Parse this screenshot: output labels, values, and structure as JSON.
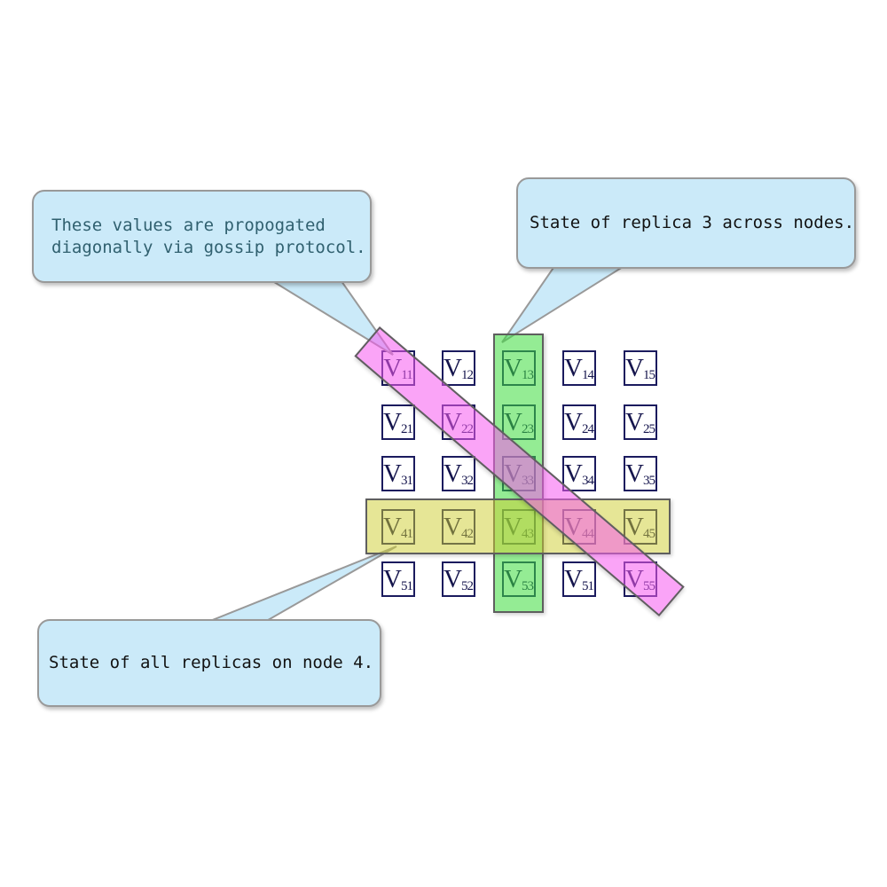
{
  "figure": {
    "background": "#ffffff"
  },
  "grid": {
    "rows": 5,
    "cols": 5,
    "cell_label": "V",
    "cell_border_color": "#1b1b5e",
    "cell_text_color": "#15154d",
    "cells": [
      {
        "row": 1,
        "col": 1,
        "sub": "11"
      },
      {
        "row": 1,
        "col": 2,
        "sub": "12"
      },
      {
        "row": 1,
        "col": 3,
        "sub": "13"
      },
      {
        "row": 1,
        "col": 4,
        "sub": "14"
      },
      {
        "row": 1,
        "col": 5,
        "sub": "15"
      },
      {
        "row": 2,
        "col": 1,
        "sub": "21"
      },
      {
        "row": 2,
        "col": 2,
        "sub": "22"
      },
      {
        "row": 2,
        "col": 3,
        "sub": "23"
      },
      {
        "row": 2,
        "col": 4,
        "sub": "24"
      },
      {
        "row": 2,
        "col": 5,
        "sub": "25"
      },
      {
        "row": 3,
        "col": 1,
        "sub": "31"
      },
      {
        "row": 3,
        "col": 2,
        "sub": "32"
      },
      {
        "row": 3,
        "col": 3,
        "sub": "33"
      },
      {
        "row": 3,
        "col": 4,
        "sub": "34"
      },
      {
        "row": 3,
        "col": 5,
        "sub": "35"
      },
      {
        "row": 4,
        "col": 1,
        "sub": "41"
      },
      {
        "row": 4,
        "col": 2,
        "sub": "42"
      },
      {
        "row": 4,
        "col": 3,
        "sub": "43"
      },
      {
        "row": 4,
        "col": 4,
        "sub": "44"
      },
      {
        "row": 4,
        "col": 5,
        "sub": "45"
      },
      {
        "row": 5,
        "col": 1,
        "sub": "51"
      },
      {
        "row": 5,
        "col": 2,
        "sub": "52"
      },
      {
        "row": 5,
        "col": 3,
        "sub": "53"
      },
      {
        "row": 5,
        "col": 4,
        "sub": "51"
      },
      {
        "row": 5,
        "col": 5,
        "sub": "55"
      }
    ]
  },
  "highlights": {
    "column": {
      "fill": "rgba(60,220,60,0.55)",
      "border": "#5f5f5f"
    },
    "row": {
      "fill": "rgba(205,205,45,0.5)",
      "border": "#5f5f5f"
    },
    "diagonal": {
      "fill": "rgba(245,90,240,0.55)",
      "border": "#5f5f5f"
    }
  },
  "tails": {
    "fill": "#CBEAF9",
    "border": "#999999"
  },
  "callouts": [
    {
      "name": "gossip-note",
      "lines": [
        "These values are propogated",
        "diagonally via gossip protocol."
      ],
      "text_color": "#30606F",
      "fill": "#CBEAF9",
      "border_color": "#999999"
    },
    {
      "name": "replica3-note",
      "lines": [
        "State of replica 3 across nodes."
      ],
      "text_color": "#121212",
      "fill": "#CBEAF9",
      "border_color": "#999999"
    },
    {
      "name": "node4-note",
      "lines": [
        "State of all replicas on node 4."
      ],
      "text_color": "#121212",
      "fill": "#CBEAF9",
      "border_color": "#999999"
    }
  ]
}
